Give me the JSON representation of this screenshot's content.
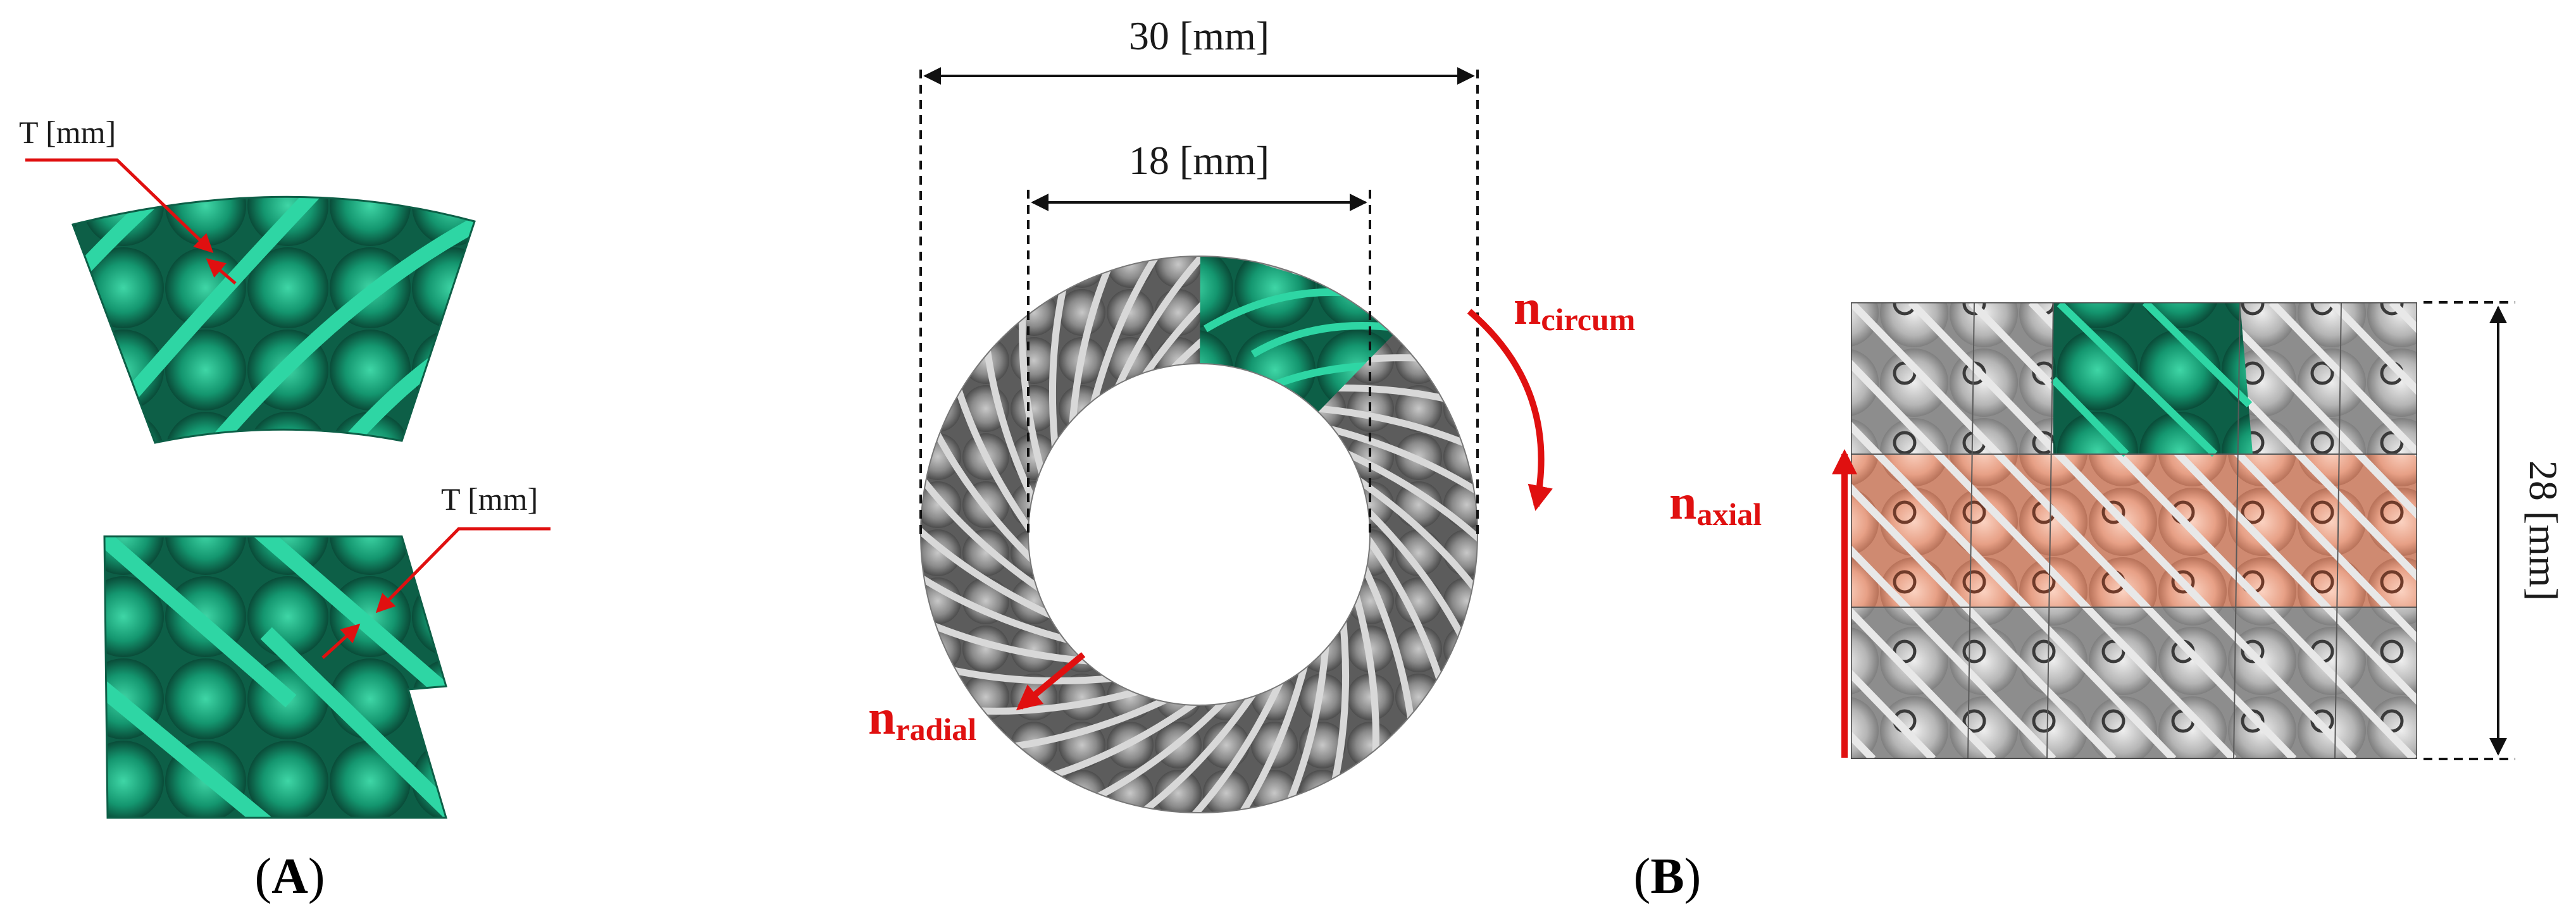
{
  "panels": {
    "a": {
      "letter": "A",
      "open": "(",
      "close": ")"
    },
    "b": {
      "letter": "B",
      "open": "(",
      "close": ")"
    }
  },
  "labels": {
    "thickness_top": "T [mm]",
    "thickness_bottom": "T [mm]",
    "outer_diameter": "30 [mm]",
    "inner_diameter": "18 [mm]",
    "height": "28 [mm]"
  },
  "directions": {
    "circum": {
      "n": "n",
      "sub": "circum"
    },
    "radial": {
      "n": "n",
      "sub": "radial"
    },
    "axial": {
      "n": "n",
      "sub": "axial"
    }
  },
  "colors": {
    "unit_cell": "#1fb389",
    "unit_cell_strut": "#2ed6a4",
    "lattice_gray": "#8c8c8c",
    "lattice_strut": "#d8d8d8",
    "axial_band": "#eaa48b",
    "arrow_red": "#e01010",
    "dimension_line": "#111111"
  }
}
